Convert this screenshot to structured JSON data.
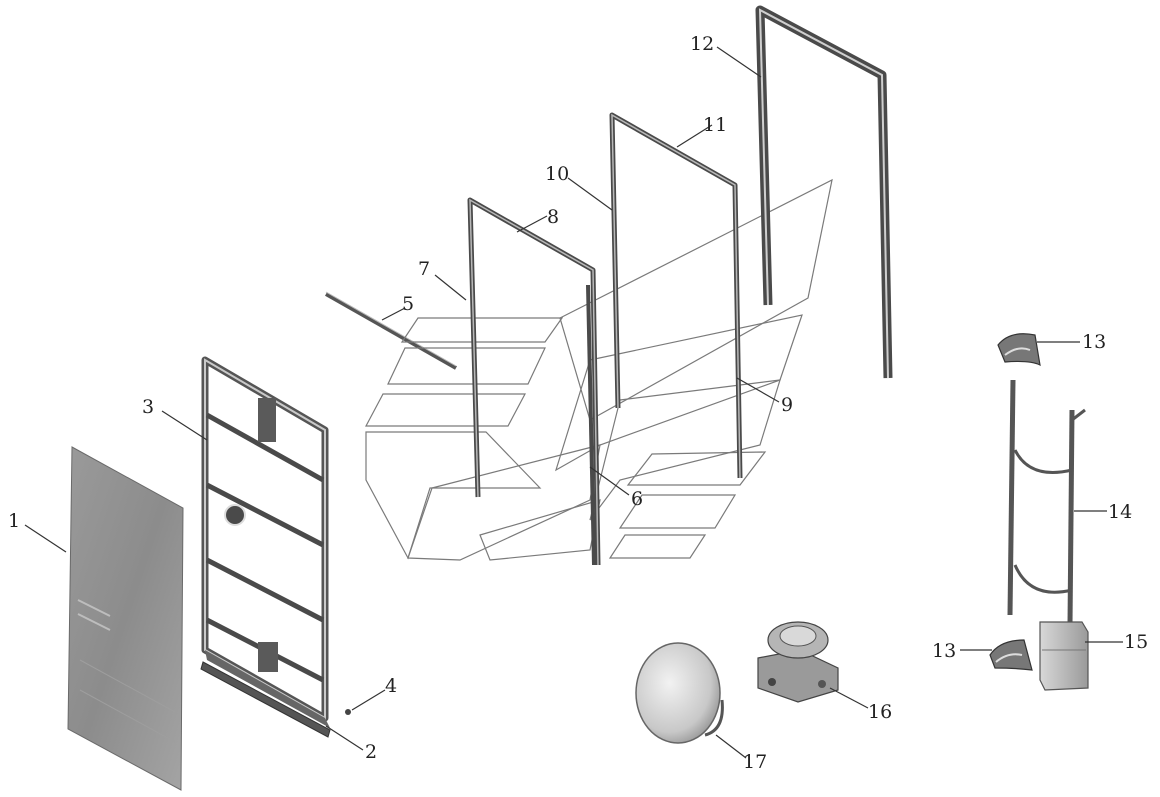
{
  "diagram": {
    "parts": [
      {
        "id": "part-1",
        "label": "1"
      },
      {
        "id": "part-2",
        "label": "2"
      },
      {
        "id": "part-3",
        "label": "3"
      },
      {
        "id": "part-4",
        "label": "4"
      },
      {
        "id": "part-5",
        "label": "5"
      },
      {
        "id": "part-6",
        "label": "6"
      },
      {
        "id": "part-7",
        "label": "7"
      },
      {
        "id": "part-8",
        "label": "8"
      },
      {
        "id": "part-9",
        "label": "9"
      },
      {
        "id": "part-10",
        "label": "10"
      },
      {
        "id": "part-11",
        "label": "11"
      },
      {
        "id": "part-12",
        "label": "12"
      },
      {
        "id": "part-13-top",
        "label": "13"
      },
      {
        "id": "part-13-bottom",
        "label": "13"
      },
      {
        "id": "part-14",
        "label": "14"
      },
      {
        "id": "part-15",
        "label": "15"
      },
      {
        "id": "part-16",
        "label": "16"
      },
      {
        "id": "part-17",
        "label": "17"
      }
    ]
  }
}
